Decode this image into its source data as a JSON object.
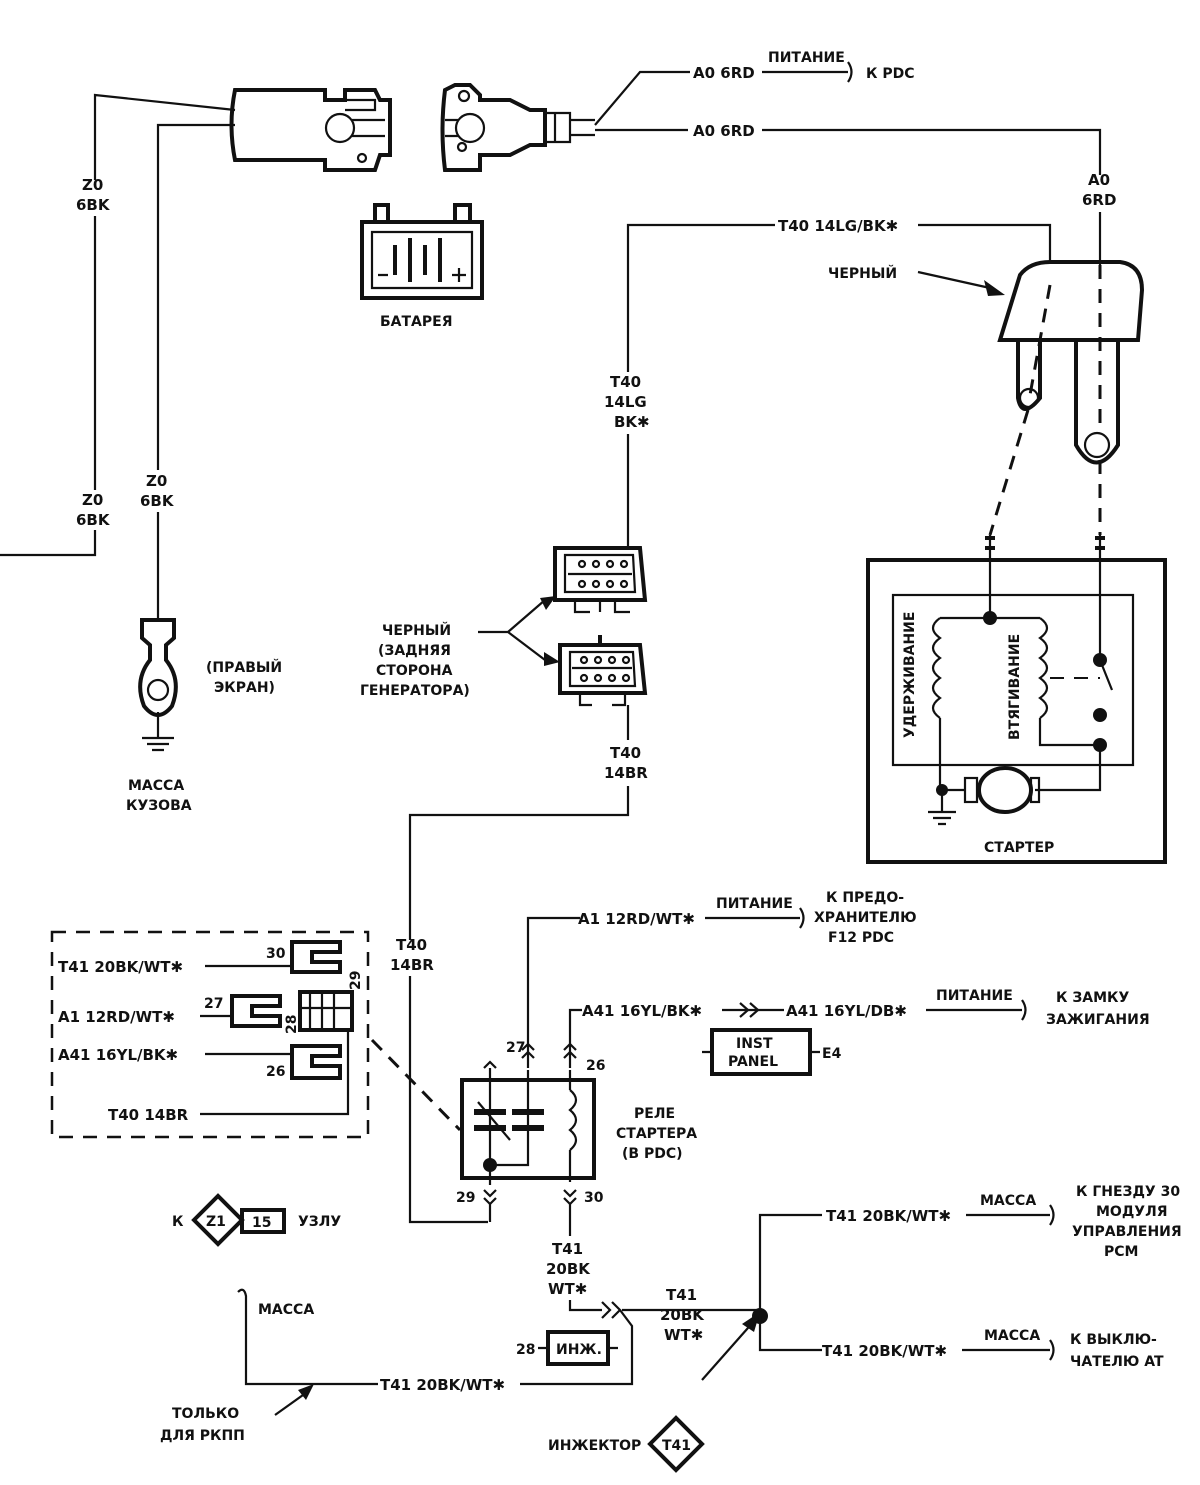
{
  "battery": {
    "label": "БАТАРЕЯ",
    "wire_top_code": "A0 6RD",
    "wire_top_note": "ПИТАНИЕ",
    "wire_top_dest": "К PDC",
    "wire_mid_code": "A0 6RD",
    "wire_down": [
      "A0",
      "6RD"
    ]
  },
  "ground_wire": {
    "left": [
      "Z0",
      "6BK"
    ],
    "left_low": [
      "Z0",
      "6BK"
    ],
    "mid": [
      "Z0",
      "6BK"
    ]
  },
  "body_ground": {
    "note": [
      "(ПРАВЫЙ",
      "ЭКРАН)"
    ],
    "label": [
      "МАССА",
      "КУЗОВА"
    ]
  },
  "t40": {
    "top_code": "T40 14LG/BK✱",
    "vertical": [
      "T40",
      "14LG",
      "BK✱"
    ],
    "lower": [
      "T40",
      "14BR"
    ],
    "left": [
      "T40",
      "14BR"
    ]
  },
  "black_cap": {
    "label": "ЧЕРНЫЙ"
  },
  "generator_conn": {
    "label": [
      "ЧЕРНЫЙ",
      "(ЗАДНЯЯ",
      "СТОРОНА",
      "ГЕНЕРАТОРА)"
    ]
  },
  "starter": {
    "label": "СТАРТЕР",
    "hold": "УДЕРЖИВАНИЕ",
    "pull": "ВТЯГИВАНИЕ"
  },
  "connector_box": {
    "rows": [
      {
        "code": "T41 20BK/WT✱",
        "pin": "30"
      },
      {
        "code": "A1 12RD/WT✱",
        "pin": "27"
      },
      {
        "code": "A41 16YL/BK✱",
        "pin": "26"
      },
      {
        "code": "T40 14BR",
        "pin": ""
      }
    ],
    "pin29": "29",
    "pin28": "28"
  },
  "relay": {
    "label": [
      "РЕЛЕ",
      "СТАРТЕРА",
      "(В PDC)"
    ],
    "pins": {
      "p27": "27",
      "p26": "26",
      "p29": "29",
      "p30": "30"
    }
  },
  "a1": {
    "code": "A1 12RD/WT✱",
    "note": "ПИТАНИЕ",
    "dest": [
      "К ПРЕДО-",
      "ХРАНИТЕЛЮ",
      "F12 PDC"
    ]
  },
  "a41": {
    "code_left": "A41 16YL/BK✱",
    "code_right": "A41 16YL/DB✱",
    "note": "ПИТАНИЕ",
    "dest": [
      "К ЗАМКУ",
      "ЗАЖИГАНИЯ"
    ]
  },
  "inst_panel": {
    "label": [
      "INST",
      "PANEL"
    ],
    "pin": "E4"
  },
  "node": {
    "k": "К",
    "z1": "Z1",
    "n15": "15",
    "label": "УЗЛУ"
  },
  "t41": {
    "vertical": [
      "T41",
      "20BK",
      "WT✱"
    ],
    "mid": [
      "T41",
      "20BK",
      "WT✱"
    ],
    "upper": "T41 20BK/WT✱",
    "upper_note": "МАССА",
    "upper_dest": [
      "К ГНЕЗДУ 30",
      "МОДУЛЯ",
      "УПРАВЛЕНИЯ",
      "PCM"
    ],
    "lower": "T41 20BK/WT✱",
    "lower_note": "МАССА",
    "lower_dest": [
      "К ВЫКЛЮ-",
      "ЧАТЕЛЮ AT"
    ],
    "bottom": "T41 20BK/WT✱",
    "diamond": "T41"
  },
  "injector": {
    "pin": "28",
    "box": "ИНЖ.",
    "label": "ИНЖЕКТОР"
  },
  "ground_note": "МАССА",
  "rkpp": [
    "ТОЛЬКО",
    "ДЛЯ РКПП"
  ]
}
